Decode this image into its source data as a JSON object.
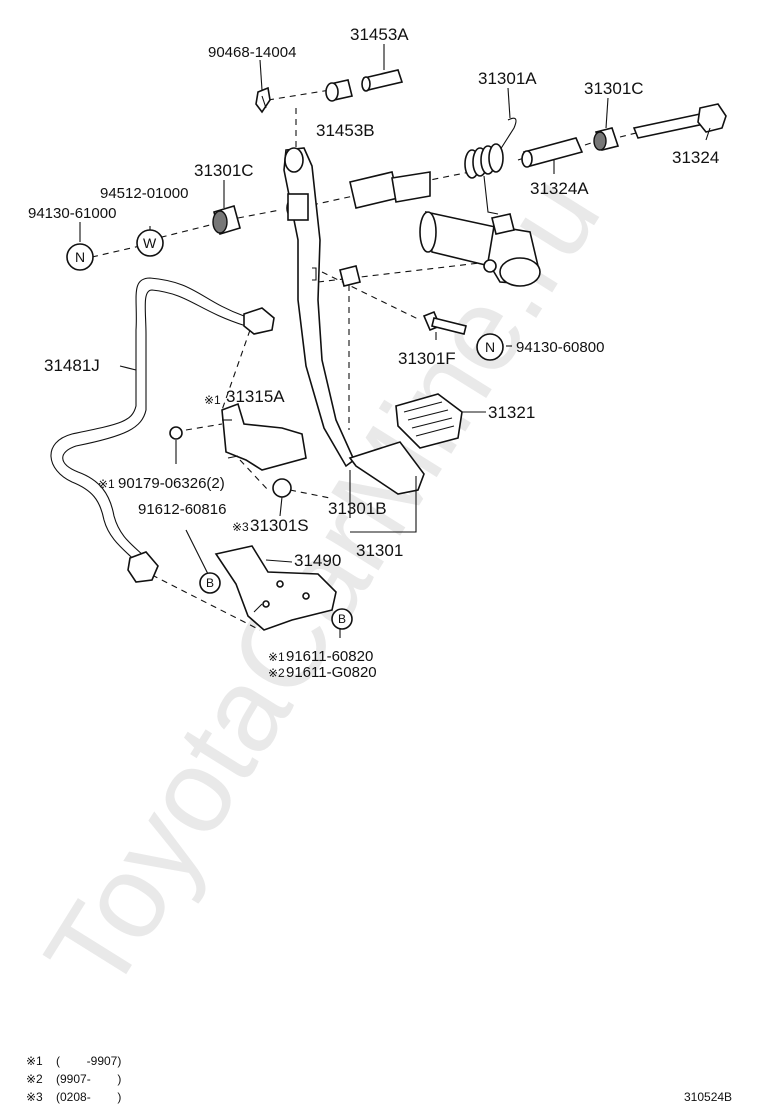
{
  "labels": {
    "p90468": "90468-14004",
    "p31453A": "31453A",
    "p31453B": "31453B",
    "p31301A": "31301A",
    "p31301C_right": "31301C",
    "p31324": "31324",
    "p31324A": "31324A",
    "p31301C_left": "31301C",
    "p94512": "94512-01000",
    "p94130_61000": "94130-61000",
    "p31481J": "31481J",
    "p31301F": "31301F",
    "p94130_60800": "94130-60800",
    "p31315A_mark": "※1",
    "p31315A": "31315A",
    "p31321": "31321",
    "p90179_mark": "※1",
    "p90179": "90179-06326(2)",
    "p91612": "91612-60816",
    "p31301S_mark": "※3",
    "p31301S": "31301S",
    "p31301B": "31301B",
    "p31301": "31301",
    "p31490": "31490",
    "p91611_60820_mark": "※1",
    "p91611_60820": "91611-60820",
    "p91611_G0820_mark": "※2",
    "p91611_G0820": "91611-G0820"
  },
  "symbols": {
    "n_left": "N",
    "w_left": "W",
    "n_right": "N",
    "b_left": "B",
    "b_right": "B"
  },
  "footnotes": [
    {
      "mark": "※1",
      "range": "(        -9907)"
    },
    {
      "mark": "※2",
      "range": "(9907-        )"
    },
    {
      "mark": "※3",
      "range": "(0208-        )"
    }
  ],
  "diagram_code": "310524B",
  "watermark": "ToyotaCarMine.ru"
}
